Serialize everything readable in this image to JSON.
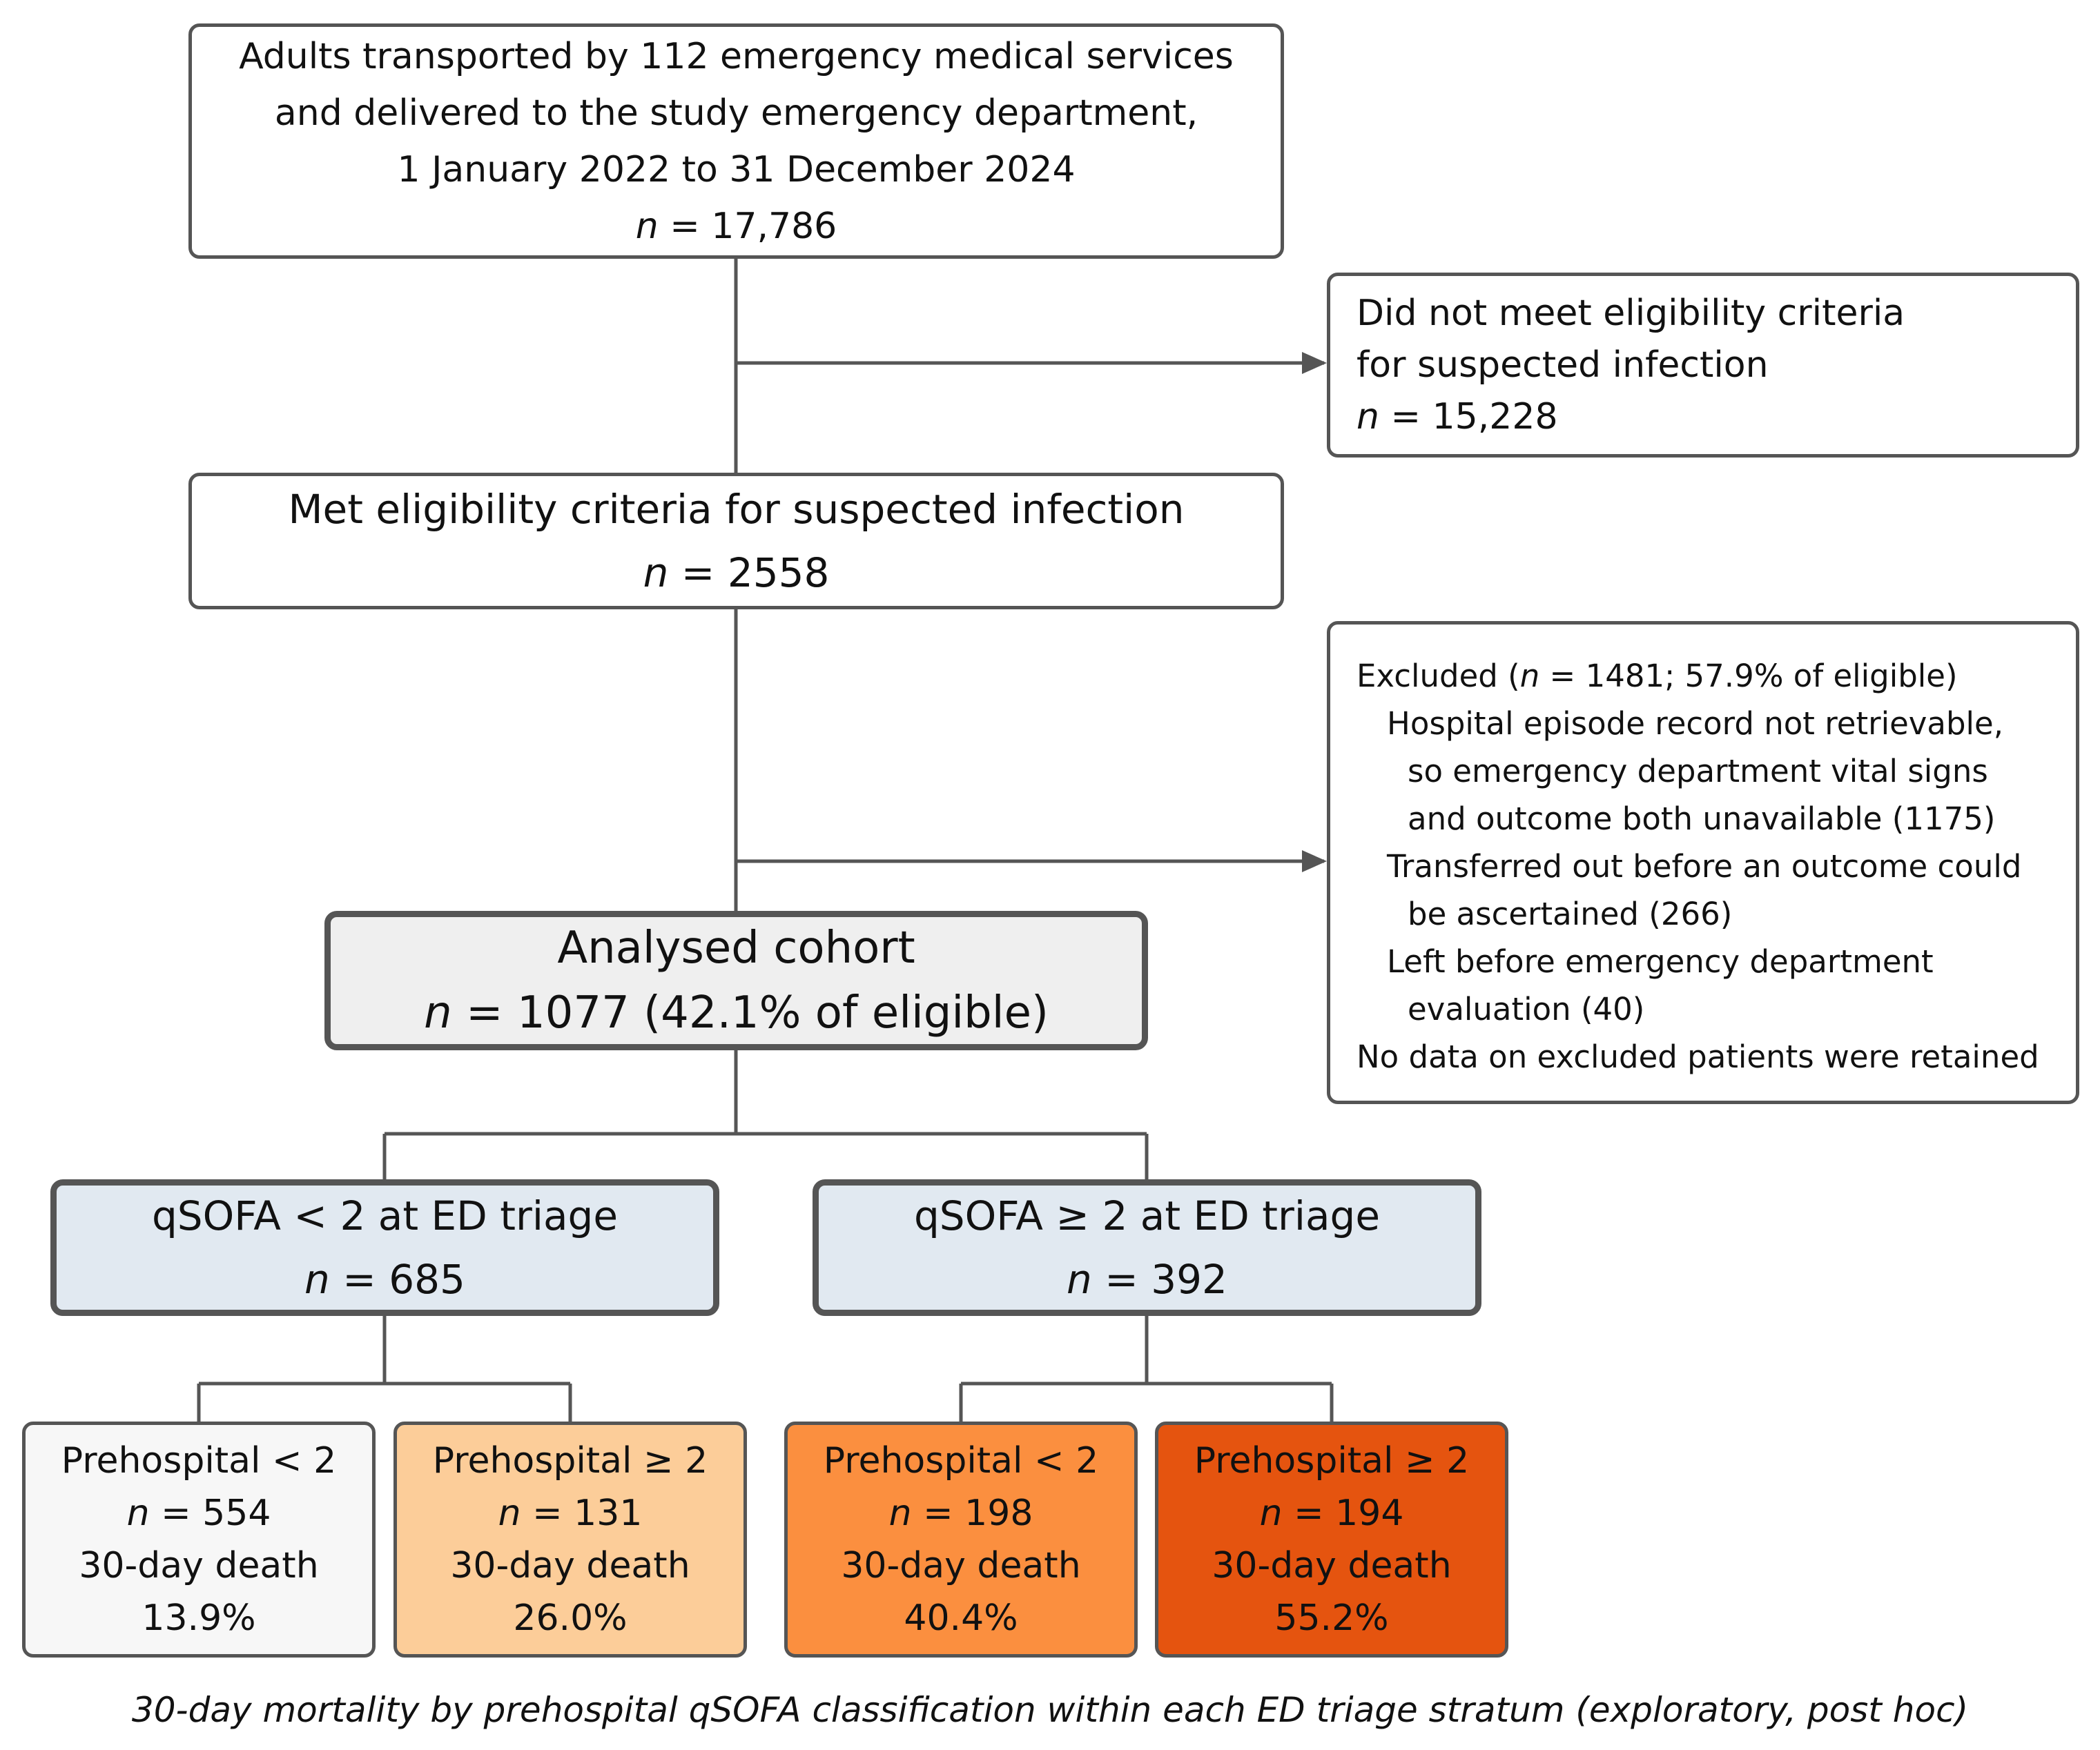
{
  "colors": {
    "line": "#555555",
    "cohort_fill": "#efefef",
    "triage_fill": "#e1e9f1",
    "cell_low": "#f7f7f7",
    "cell_mid_low": "#fccd99",
    "cell_mid_high": "#fb8f3f",
    "cell_high": "#e5540f"
  },
  "enrolled": {
    "line1": "Adults transported by 112 emergency medical services",
    "line2": "and delivered to the study emergency department,",
    "line3": "1 January 2022 to 31 December 2024",
    "n_label": "n",
    "n_value": "= 17,786"
  },
  "not_eligible": {
    "line1": "Did not meet eligibility criteria",
    "line2": "for suspected infection",
    "n_label": "n",
    "n_value": "= 15,228"
  },
  "eligible": {
    "line1": "Met eligibility criteria for suspected infection",
    "n_label": "n",
    "n_value": "= 2558"
  },
  "excluded": {
    "head_pre": "Excluded (",
    "head_n": "n",
    "head_post": " = 1481; 57.9% of eligible)",
    "reason1_l1": "Hospital episode record not retrievable,",
    "reason1_l2": "so emergency department vital signs",
    "reason1_l3": "and outcome both unavailable (1175)",
    "reason2_l1": "Transferred out before an outcome could",
    "reason2_l2": "be ascertained (266)",
    "reason3_l1": "Left before emergency department",
    "reason3_l2": "evaluation (40)",
    "note": "No data on excluded patients were retained"
  },
  "cohort": {
    "title": "Analysed cohort",
    "n_label": "n",
    "n_value": "= 1077 (42.1% of eligible)"
  },
  "triage_low": {
    "title": "qSOFA < 2 at ED triage",
    "n_label": "n",
    "n_value": "= 685"
  },
  "triage_high": {
    "title": "qSOFA ≥ 2 at ED triage",
    "n_label": "n",
    "n_value": "= 392"
  },
  "cells": [
    {
      "title": "Prehospital < 2",
      "n_label": "n",
      "n_value": "= 554",
      "outcome": "30-day death",
      "pct": "13.9%",
      "mortality": 13.9
    },
    {
      "title": "Prehospital ≥ 2",
      "n_label": "n",
      "n_value": "= 131",
      "outcome": "30-day death",
      "pct": "26.0%",
      "mortality": 26.0
    },
    {
      "title": "Prehospital < 2",
      "n_label": "n",
      "n_value": "= 198",
      "outcome": "30-day death",
      "pct": "40.4%",
      "mortality": 40.4
    },
    {
      "title": "Prehospital ≥ 2",
      "n_label": "n",
      "n_value": "= 194",
      "outcome": "30-day death",
      "pct": "55.2%",
      "mortality": 55.2
    }
  ],
  "caption": "30-day mortality by prehospital qSOFA classification within each ED triage stratum (exploratory, post hoc)"
}
